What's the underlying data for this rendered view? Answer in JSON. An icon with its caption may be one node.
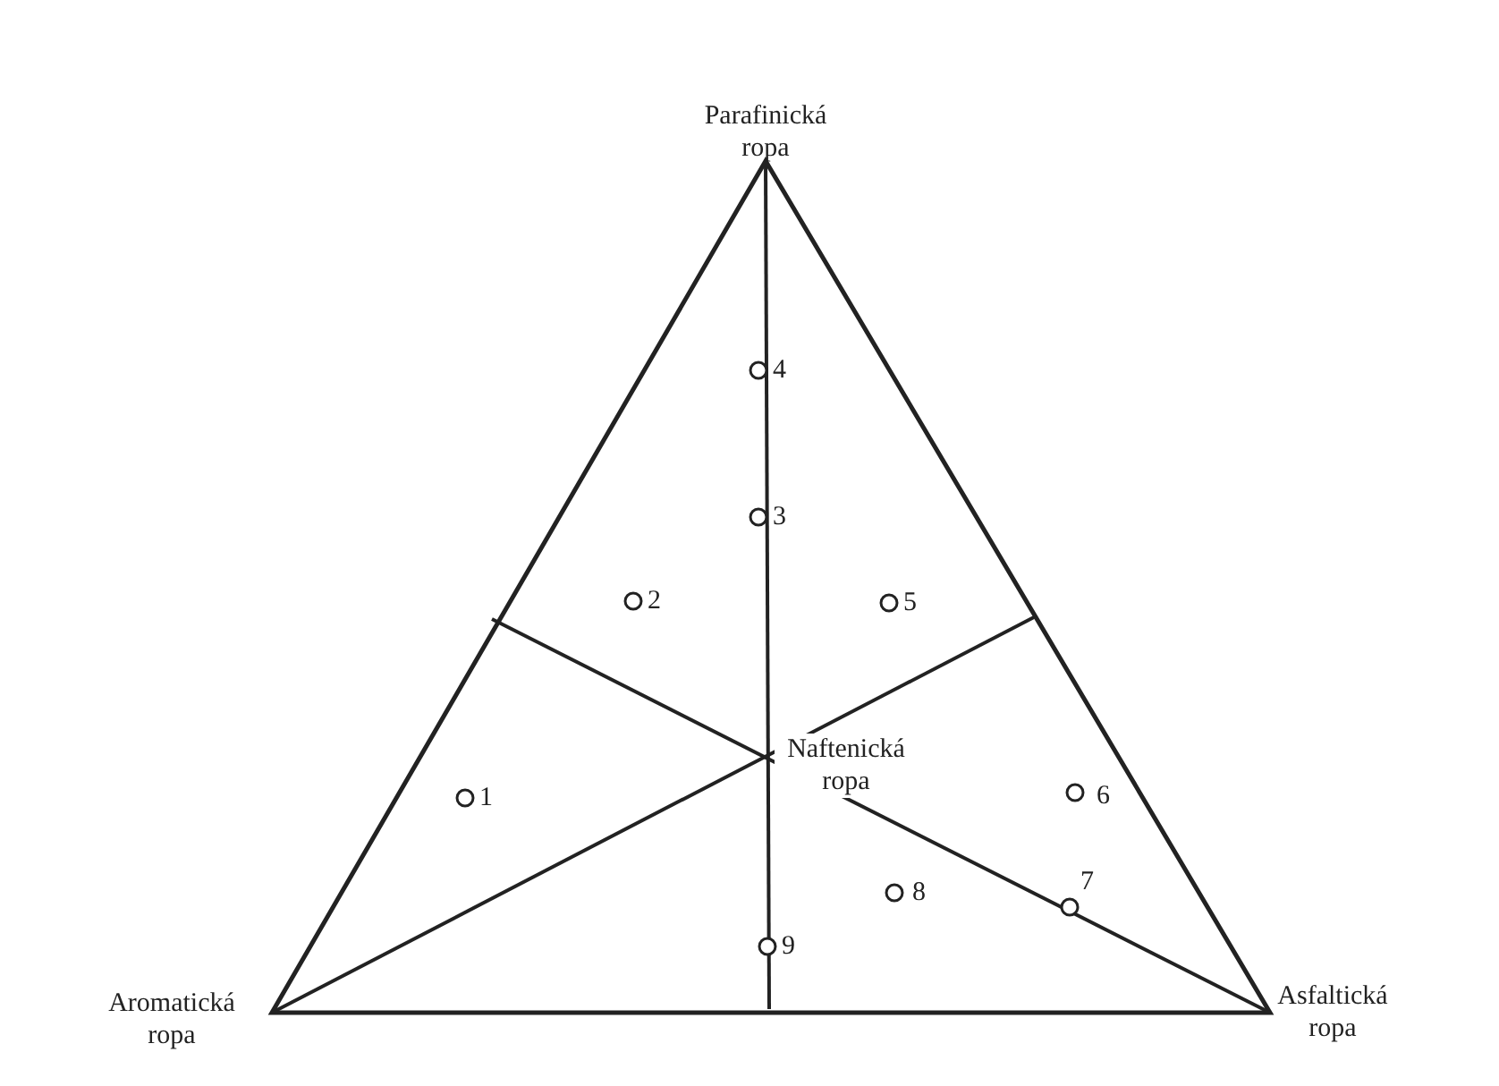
{
  "diagram": {
    "labels": [
      "Parafinická ropa",
      "4",
      "3",
      "2",
      "5",
      "Naftenická ropa",
      "1",
      "6",
      "7",
      "8",
      "9",
      "Aromatická ropa",
      "Asfaltická ropa"
    ]
  }
}
